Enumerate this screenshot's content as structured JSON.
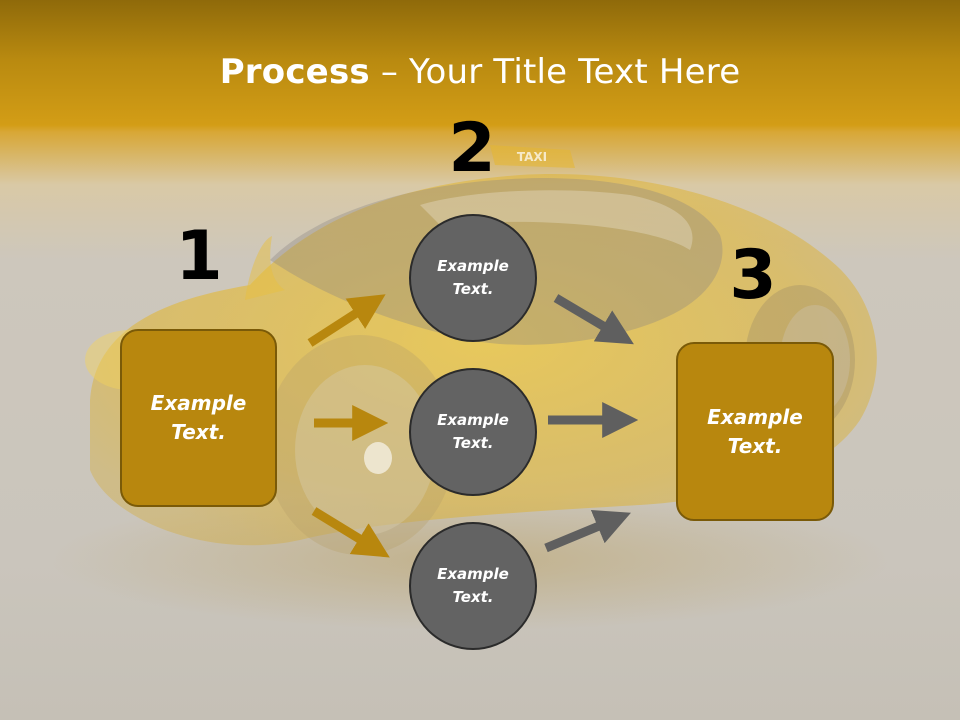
{
  "slide": {
    "title_bold": "Process",
    "title_rest": " – Your Title Text Here"
  },
  "steps": {
    "one": "1",
    "two": "2",
    "three": "3"
  },
  "nodes": {
    "left_box": "Example Text.",
    "circle_top": "Example Text.",
    "circle_middle": "Example Text.",
    "circle_bottom": "Example Text.",
    "right_box": "Example Text."
  },
  "photo": {
    "sign_text": "TAXI"
  },
  "colors": {
    "gold": "#b8870e",
    "gold_border": "#7a5a08",
    "circle": "#636363",
    "arrow_gold": "#b8870e",
    "arrow_gray": "#5f5f5f"
  }
}
